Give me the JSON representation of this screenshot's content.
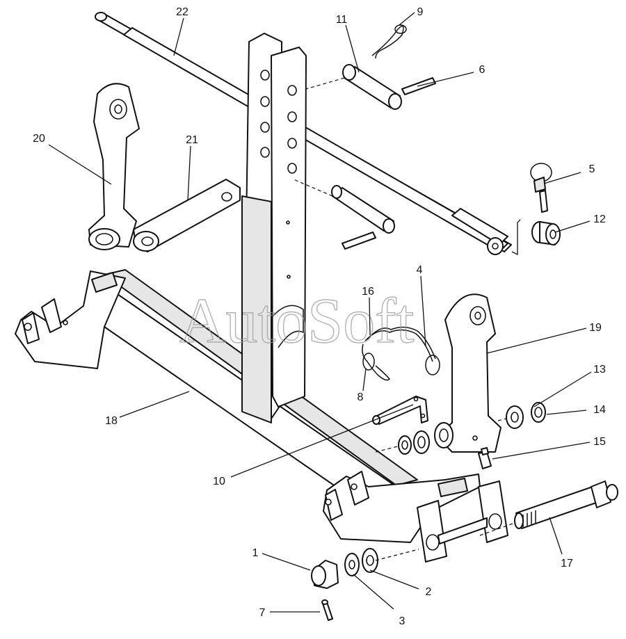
{
  "diagram": {
    "watermark": "AutoSoft",
    "callouts": [
      {
        "id": "c1",
        "label": "1"
      },
      {
        "id": "c2",
        "label": "2"
      },
      {
        "id": "c3",
        "label": "3"
      },
      {
        "id": "c4",
        "label": "4"
      },
      {
        "id": "c5",
        "label": "5"
      },
      {
        "id": "c6",
        "label": "6"
      },
      {
        "id": "c7",
        "label": "7"
      },
      {
        "id": "c8",
        "label": "8"
      },
      {
        "id": "c9",
        "label": "9"
      },
      {
        "id": "c10",
        "label": "10"
      },
      {
        "id": "c11",
        "label": "11"
      },
      {
        "id": "c12",
        "label": "12"
      },
      {
        "id": "c13",
        "label": "13"
      },
      {
        "id": "c14",
        "label": "14"
      },
      {
        "id": "c15",
        "label": "15"
      },
      {
        "id": "c16",
        "label": "16"
      },
      {
        "id": "c17",
        "label": "17"
      },
      {
        "id": "c18",
        "label": "18"
      },
      {
        "id": "c19",
        "label": "19"
      },
      {
        "id": "c20",
        "label": "20"
      },
      {
        "id": "c21",
        "label": "21"
      },
      {
        "id": "c22",
        "label": "22"
      }
    ]
  }
}
